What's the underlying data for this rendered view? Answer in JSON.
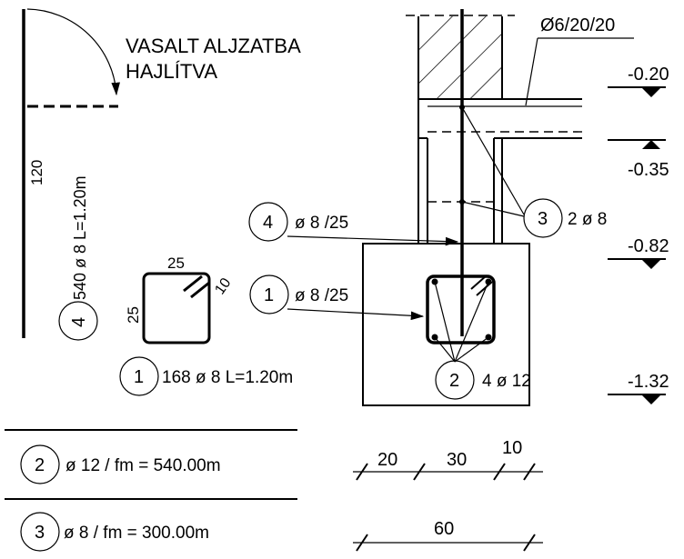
{
  "note": {
    "line1": "VASALT ALJZATBA",
    "line2": "HAJLÍTVA"
  },
  "bar4": {
    "length_label": "120",
    "marker": "4",
    "spec": "540 ø 8 L=1.20m"
  },
  "stirrup": {
    "dim_top": "25",
    "dim_side": "25",
    "hook": "10",
    "marker": "1",
    "spec": "168 ø 8 L=1.20m"
  },
  "summary": [
    {
      "marker": "2",
      "text": "ø 12 / fm = 540.00m"
    },
    {
      "marker": "3",
      "text": "ø 8 / fm = 300.00m"
    }
  ],
  "callouts": {
    "mesh": "Ø6/20/20",
    "c4": {
      "marker": "4",
      "text": "ø 8 /25"
    },
    "c1": {
      "marker": "1",
      "text": "ø 8 /25"
    },
    "c3": {
      "marker": "3",
      "text": "2 ø 8"
    },
    "c2": {
      "marker": "2",
      "text": "4 ø 12"
    }
  },
  "levels": [
    "-0.20",
    "-0.35",
    "-0.82",
    "-1.32"
  ],
  "dims": {
    "a": "20",
    "b": "30",
    "c": "10",
    "total": "60"
  }
}
